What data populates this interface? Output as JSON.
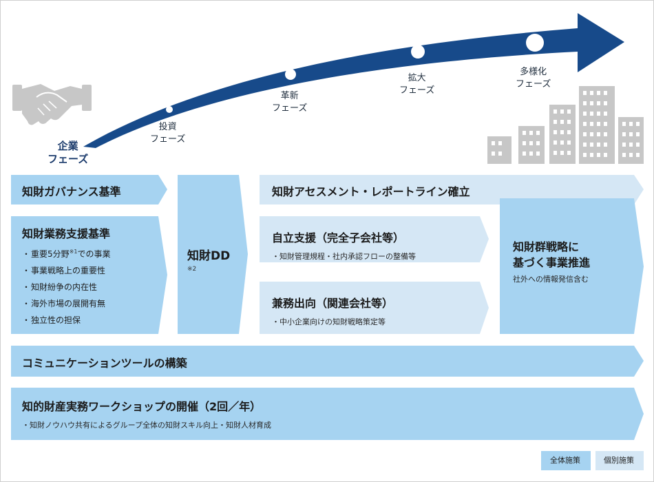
{
  "colors": {
    "arrow": "#174a8a",
    "overall": "#a6d3f1",
    "individual": "#d5e7f5",
    "icon": "#c7c7c7"
  },
  "icons": [
    "handshake-icon",
    "buildings-icon"
  ],
  "phases": [
    {
      "line1": "企業",
      "line2": "フェーズ"
    },
    {
      "line1": "投資",
      "line2": "フェーズ"
    },
    {
      "line1": "革新",
      "line2": "フェーズ"
    },
    {
      "line1": "拡大",
      "line2": "フェーズ"
    },
    {
      "line1": "多様化",
      "line2": "フェーズ"
    }
  ],
  "boxes": {
    "governance": {
      "title": "知財ガバナンス基準"
    },
    "business_support": {
      "title": "知財業務支援基準",
      "items": [
        {
          "text": "重要5分野",
          "sup": "※1",
          "after": "での事業"
        },
        {
          "text": "事業戦略上の重要性"
        },
        {
          "text": "知財紛争の内在性"
        },
        {
          "text": "海外市場の展開有無"
        },
        {
          "text": "独立性の担保"
        }
      ]
    },
    "dd": {
      "title": "知財DD",
      "note": "※2"
    },
    "assessment": {
      "title": "知財アセスメント・レポートライン確立"
    },
    "self_support": {
      "title": "自立支援（完全子会社等）",
      "sub": "・知財管理規程・社内承認フローの整備等"
    },
    "secondment": {
      "title": "兼務出向（関連会社等）",
      "sub": "・中小企業向けの知財戦略策定等"
    },
    "group_strategy": {
      "title_line1": "知財群戦略に",
      "title_line2": "基づく事業推進",
      "sub": "社外への情報発信含む"
    },
    "communication": {
      "title": "コミュニケーションツールの構築"
    },
    "workshop": {
      "title": "知的財産実務ワークショップの開催（2回／年）",
      "sub": "・知財ノウハウ共有によるグループ全体の知財スキル向上・知財人材育成"
    }
  },
  "legend": {
    "overall": "全体施策",
    "individual": "個別施策"
  }
}
